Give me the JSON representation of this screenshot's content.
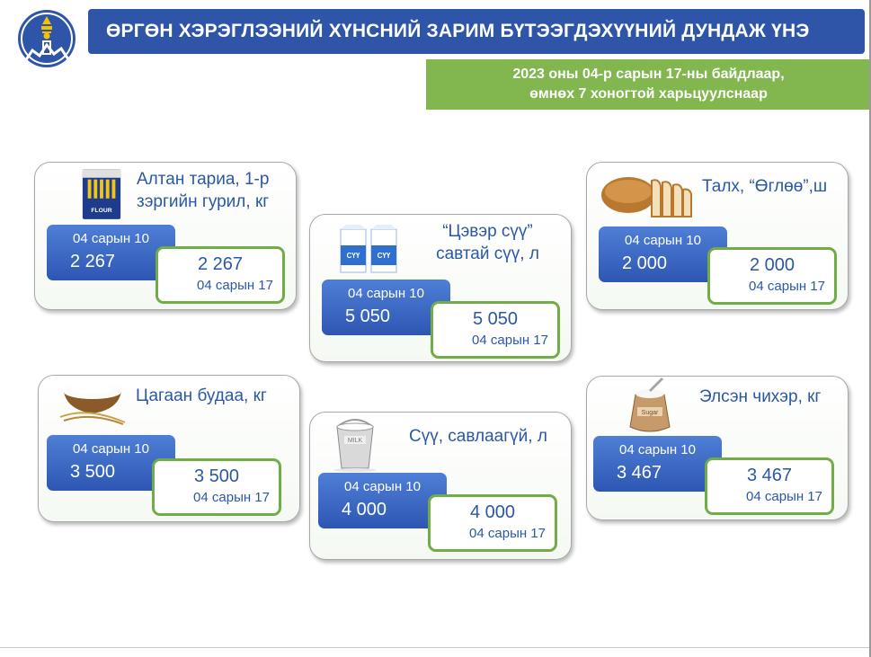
{
  "header": {
    "title": "ӨРГӨН ХЭРЭГЛЭЭНИЙ ХҮНСНИЙ ЗАРИМ БҮТЭЭГДЭХҮҮНИЙ ДУНДАЖ ҮНЭ",
    "subtitle_line1": "2023 оны 04-р сарын 17-ны байдлаар,",
    "subtitle_line2": "өмнөх 7 хоногтой харьцуулснаар"
  },
  "colors": {
    "title_bg": "#2e55a8",
    "subtitle_bg": "#82b64f",
    "card_border_current": "#70ad47",
    "text_blue": "#2a58a4"
  },
  "products": [
    {
      "label_line1": "Алтан тариа, 1-р",
      "label_line2": "зэргийн гурил, кг",
      "prev_date": "04 сарын 10",
      "prev_value": "2 267",
      "cur_value": "2 267",
      "cur_date": "04 сарын 17",
      "icon": "flour-bag-icon",
      "icon_text": "FLOUR"
    },
    {
      "label_line1": "“Цэвэр сүү”",
      "label_line2": "савтай сүү, л",
      "prev_date": "04 сарын 10",
      "prev_value": "5 050",
      "cur_value": "5 050",
      "cur_date": "04 сарын 17",
      "icon": "milk-carton-icon",
      "icon_text": "СҮҮ"
    },
    {
      "label_line1": "Талх, “Өглөө”,ш",
      "prev_date": "04 сарын 10",
      "prev_value": "2 000",
      "cur_value": "2 000",
      "cur_date": "04 сарын 17",
      "icon": "bread-icon"
    },
    {
      "label_line1": "Цагаан будаа, кг",
      "prev_date": "04 сарын 10",
      "prev_value": "3 500",
      "cur_value": "3 500",
      "cur_date": "04 сарын 17",
      "icon": "rice-bowl-icon"
    },
    {
      "label_line1": "Сүү, савлаагүй, л",
      "prev_date": "04 сарын 10",
      "prev_value": "4 000",
      "cur_value": "4 000",
      "cur_date": "04 сарын 17",
      "icon": "milk-bucket-icon",
      "icon_text": "MILK"
    },
    {
      "label_line1": "Элсэн чихэр, кг",
      "prev_date": "04 сарын 10",
      "prev_value": "3 467",
      "cur_value": "3 467",
      "cur_date": "04 сарын 17",
      "icon": "sugar-sack-icon",
      "icon_text": "Sugar"
    }
  ]
}
